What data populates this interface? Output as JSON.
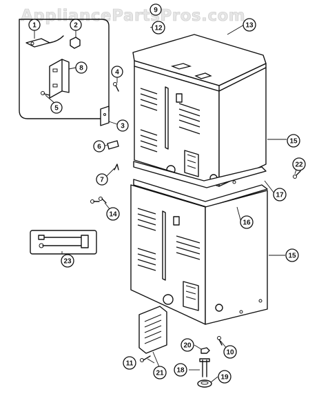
{
  "watermark": "AppliancePartsPros.com",
  "callouts": [
    "1",
    "2",
    "3",
    "4",
    "5",
    "6",
    "7",
    "8",
    "9",
    "10",
    "11",
    "12",
    "13",
    "14",
    "15",
    "15",
    "16",
    "17",
    "18",
    "19",
    "20",
    "21",
    "22",
    "23"
  ]
}
